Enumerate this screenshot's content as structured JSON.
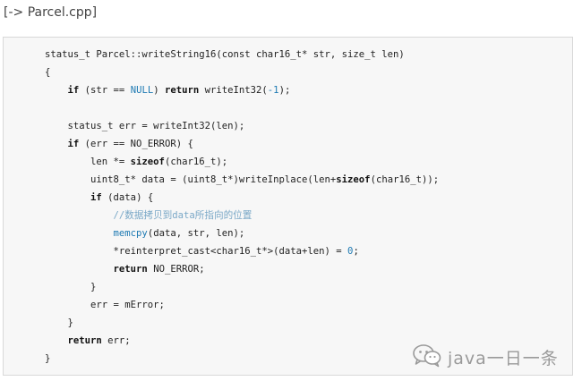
{
  "file_label": "[-> Parcel.cpp]",
  "code": [
    [
      {
        "t": "status_t Parcel::writeString16(const char16_t* str, size_t len)",
        "c": "plain"
      }
    ],
    [
      {
        "t": "{",
        "c": "plain"
      }
    ],
    [
      {
        "t": "    ",
        "c": "plain"
      },
      {
        "t": "if",
        "c": "kw"
      },
      {
        "t": " (str == ",
        "c": "plain"
      },
      {
        "t": "NULL",
        "c": "const"
      },
      {
        "t": ") ",
        "c": "plain"
      },
      {
        "t": "return",
        "c": "kw"
      },
      {
        "t": " writeInt32(",
        "c": "plain"
      },
      {
        "t": "-1",
        "c": "num"
      },
      {
        "t": ");",
        "c": "plain"
      }
    ],
    [
      {
        "t": "",
        "c": "plain"
      }
    ],
    [
      {
        "t": "    status_t err = writeInt32(len);",
        "c": "plain"
      }
    ],
    [
      {
        "t": "    ",
        "c": "plain"
      },
      {
        "t": "if",
        "c": "kw"
      },
      {
        "t": " (err == NO_ERROR) {",
        "c": "plain"
      }
    ],
    [
      {
        "t": "        len *= ",
        "c": "plain"
      },
      {
        "t": "sizeof",
        "c": "kw"
      },
      {
        "t": "(char16_t);",
        "c": "plain"
      }
    ],
    [
      {
        "t": "        uint8_t* data = (uint8_t*)writeInplace(len+",
        "c": "plain"
      },
      {
        "t": "sizeof",
        "c": "kw"
      },
      {
        "t": "(char16_t));",
        "c": "plain"
      }
    ],
    [
      {
        "t": "        ",
        "c": "plain"
      },
      {
        "t": "if",
        "c": "kw"
      },
      {
        "t": " (data) {",
        "c": "plain"
      }
    ],
    [
      {
        "t": "            ",
        "c": "plain"
      },
      {
        "t": "//数据拷贝到data所指向的位置",
        "c": "comment"
      }
    ],
    [
      {
        "t": "            ",
        "c": "plain"
      },
      {
        "t": "memcpy",
        "c": "fn"
      },
      {
        "t": "(data, str, len);",
        "c": "plain"
      }
    ],
    [
      {
        "t": "            *reinterpret_cast<char16_t*>(data+len) = ",
        "c": "plain"
      },
      {
        "t": "0",
        "c": "num"
      },
      {
        "t": ";",
        "c": "plain"
      }
    ],
    [
      {
        "t": "            ",
        "c": "plain"
      },
      {
        "t": "return",
        "c": "kw"
      },
      {
        "t": " NO_ERROR;",
        "c": "plain"
      }
    ],
    [
      {
        "t": "        }",
        "c": "plain"
      }
    ],
    [
      {
        "t": "        err = mError;",
        "c": "plain"
      }
    ],
    [
      {
        "t": "    }",
        "c": "plain"
      }
    ],
    [
      {
        "t": "    ",
        "c": "plain"
      },
      {
        "t": "return",
        "c": "kw"
      },
      {
        "t": " err;",
        "c": "plain"
      }
    ],
    [
      {
        "t": "}",
        "c": "plain"
      }
    ]
  ],
  "watermark": {
    "icon": "wechat-icon",
    "text": "java一日一条",
    "color": "#9a9a9a"
  }
}
